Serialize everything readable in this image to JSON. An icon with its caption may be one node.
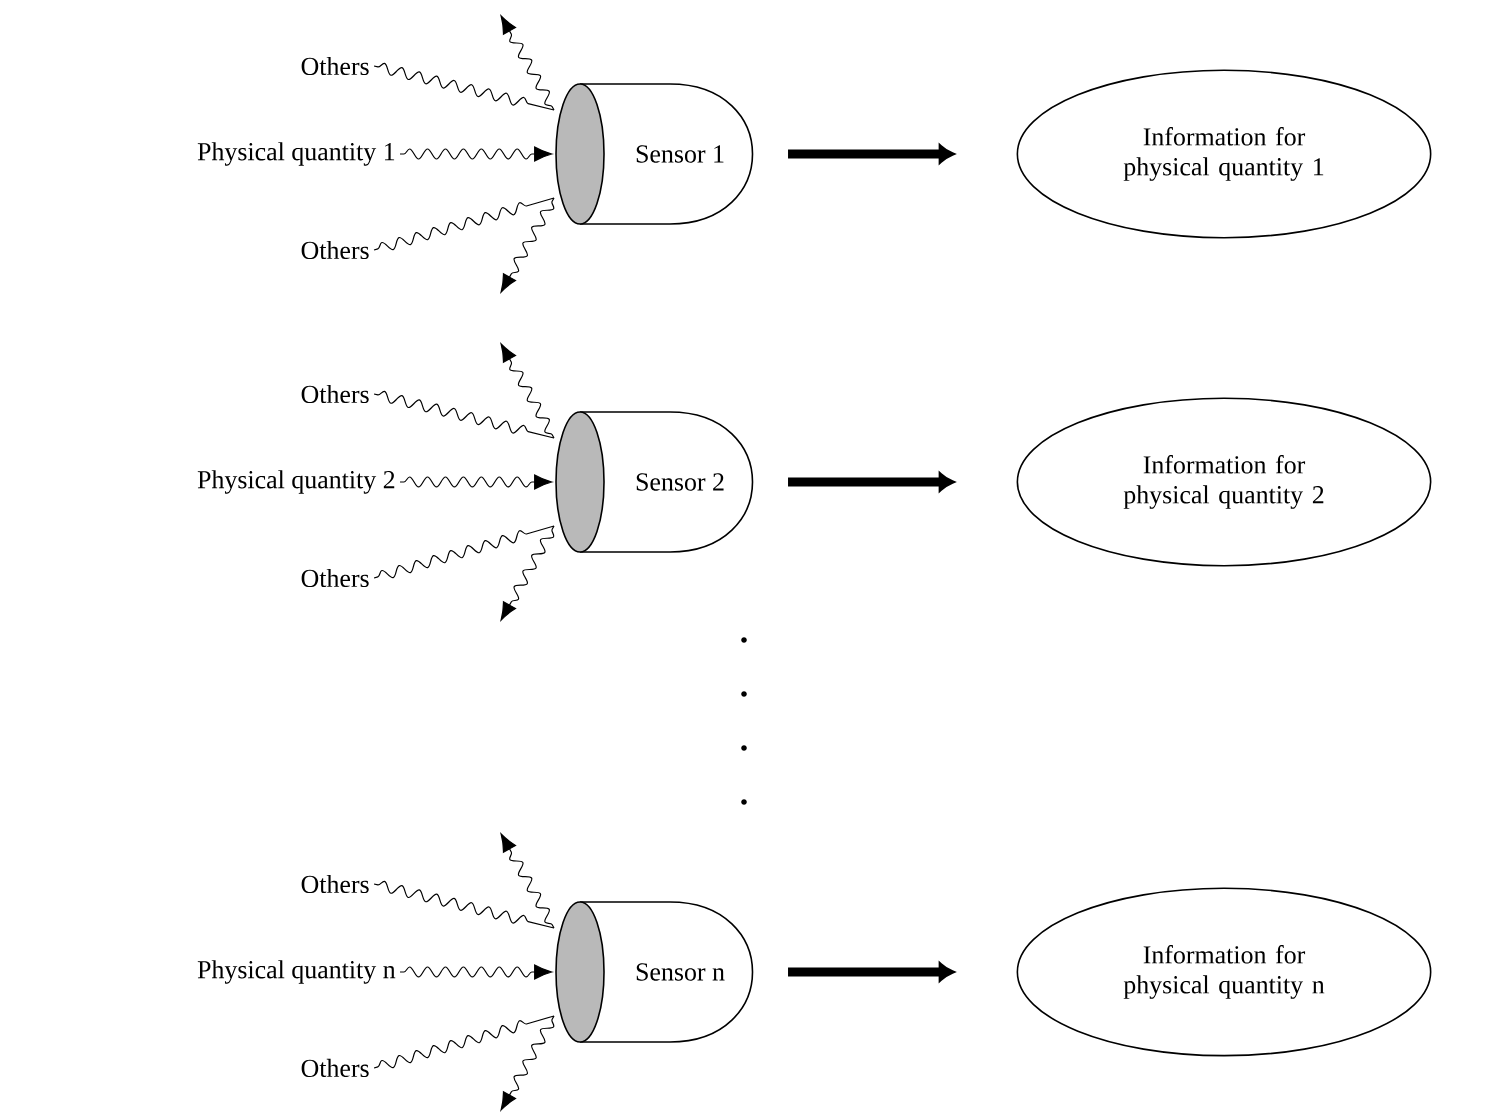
{
  "diagram": {
    "nodes": [
      {
        "text": [
          "Others"
        ]
      },
      {
        "text": [
          "Physical quantity 1"
        ]
      },
      {
        "text": [
          "Others"
        ]
      },
      {
        "text": [
          "Sensor 1"
        ]
      },
      {
        "text": [
          "Information for physical quantity 1"
        ]
      },
      {
        "text": [
          "Others"
        ]
      },
      {
        "text": [
          "Physical quantity 2"
        ]
      },
      {
        "text": [
          "Others"
        ]
      },
      {
        "text": [
          "Sensor 2"
        ]
      },
      {
        "text": [
          "Information for physical quantity 2"
        ]
      },
      {
        "text": [
          "Others"
        ]
      },
      {
        "text": [
          "Physical quantity n"
        ]
      },
      {
        "text": [
          "Others"
        ]
      },
      {
        "text": [
          "Sensor n"
        ]
      },
      {
        "text": [
          "Information for physical quantity n"
        ]
      }
    ],
    "edges": [
      {
        "from": 0,
        "to": 3,
        "arrow": "none"
      },
      {
        "from": 3,
        "to": null,
        "arrow": "to"
      },
      {
        "from": 1,
        "to": 3,
        "arrow": "to"
      },
      {
        "from": 2,
        "to": 3,
        "arrow": "none"
      },
      {
        "from": 3,
        "to": null,
        "arrow": "to"
      },
      {
        "from": 3,
        "to": 4,
        "arrow": "to",
        "style": "thick"
      },
      {
        "from": 5,
        "to": 8,
        "arrow": "none"
      },
      {
        "from": 8,
        "to": null,
        "arrow": "to"
      },
      {
        "from": 6,
        "to": 8,
        "arrow": "to"
      },
      {
        "from": 7,
        "to": 8,
        "arrow": "none"
      },
      {
        "from": 8,
        "to": null,
        "arrow": "to"
      },
      {
        "from": 8,
        "to": 9,
        "arrow": "to",
        "style": "thick"
      },
      {
        "from": 10,
        "to": 13,
        "arrow": "none"
      },
      {
        "from": 13,
        "to": null,
        "arrow": "to"
      },
      {
        "from": 11,
        "to": 13,
        "arrow": "to"
      },
      {
        "from": 12,
        "to": 13,
        "arrow": "none"
      },
      {
        "from": 13,
        "to": null,
        "arrow": "to"
      },
      {
        "from": 13,
        "to": 14,
        "arrow": "to",
        "style": "thick"
      }
    ]
  }
}
